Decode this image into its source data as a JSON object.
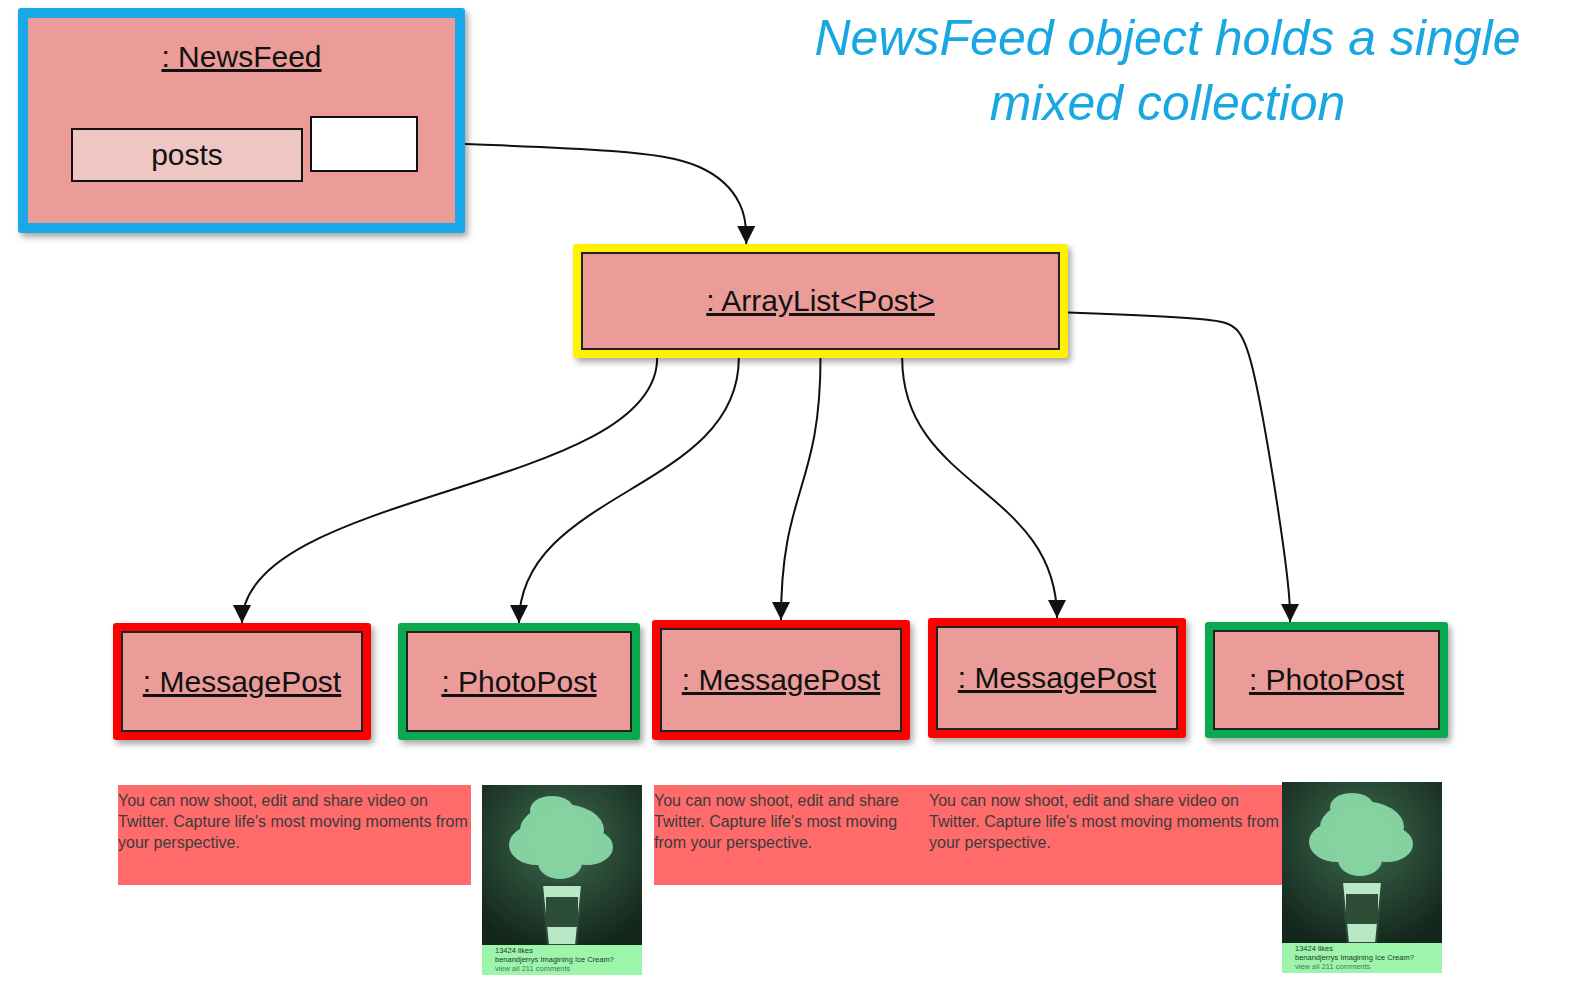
{
  "diagram": {
    "title": "NewsFeed object holds a single mixed collection",
    "nodes": [
      {
        "text": [
          ": NewsFeed"
        ]
      },
      {
        "text": [
          "posts"
        ],
        "in": 0
      },
      {
        "text": [
          ": ArrayList<Post>"
        ]
      },
      {
        "text": [
          ": MessagePost"
        ]
      },
      {
        "text": [
          ": PhotoPost"
        ]
      },
      {
        "text": [
          ": MessagePost"
        ]
      },
      {
        "text": [
          ": MessagePost"
        ]
      },
      {
        "text": [
          ": PhotoPost"
        ]
      }
    ],
    "edges": [
      {
        "from": 0,
        "to": 2,
        "arrow": "to"
      },
      {
        "from": 2,
        "to": 3,
        "arrow": "to"
      },
      {
        "from": 2,
        "to": 4,
        "arrow": "to"
      },
      {
        "from": 2,
        "to": 5,
        "arrow": "to"
      },
      {
        "from": 2,
        "to": 6,
        "arrow": "to"
      },
      {
        "from": 2,
        "to": 7,
        "arrow": "to"
      }
    ],
    "labels": [
      "You can now shoot, edit and share video on Twitter. Capture life's most moving moments from your perspective.",
      "13424 likes",
      "benandjerrys Imagining Ice Cream?",
      "view all 211 comments",
      "You can now shoot, edit and share Twitter. Capture life's most moving from your perspective.",
      "You can now shoot, edit and share video on Twitter. Capture life's most moving moments from your perspective.",
      "13424 likes",
      "benandjerrys Imagining Ice Cream?",
      "view all 211 comments"
    ]
  }
}
